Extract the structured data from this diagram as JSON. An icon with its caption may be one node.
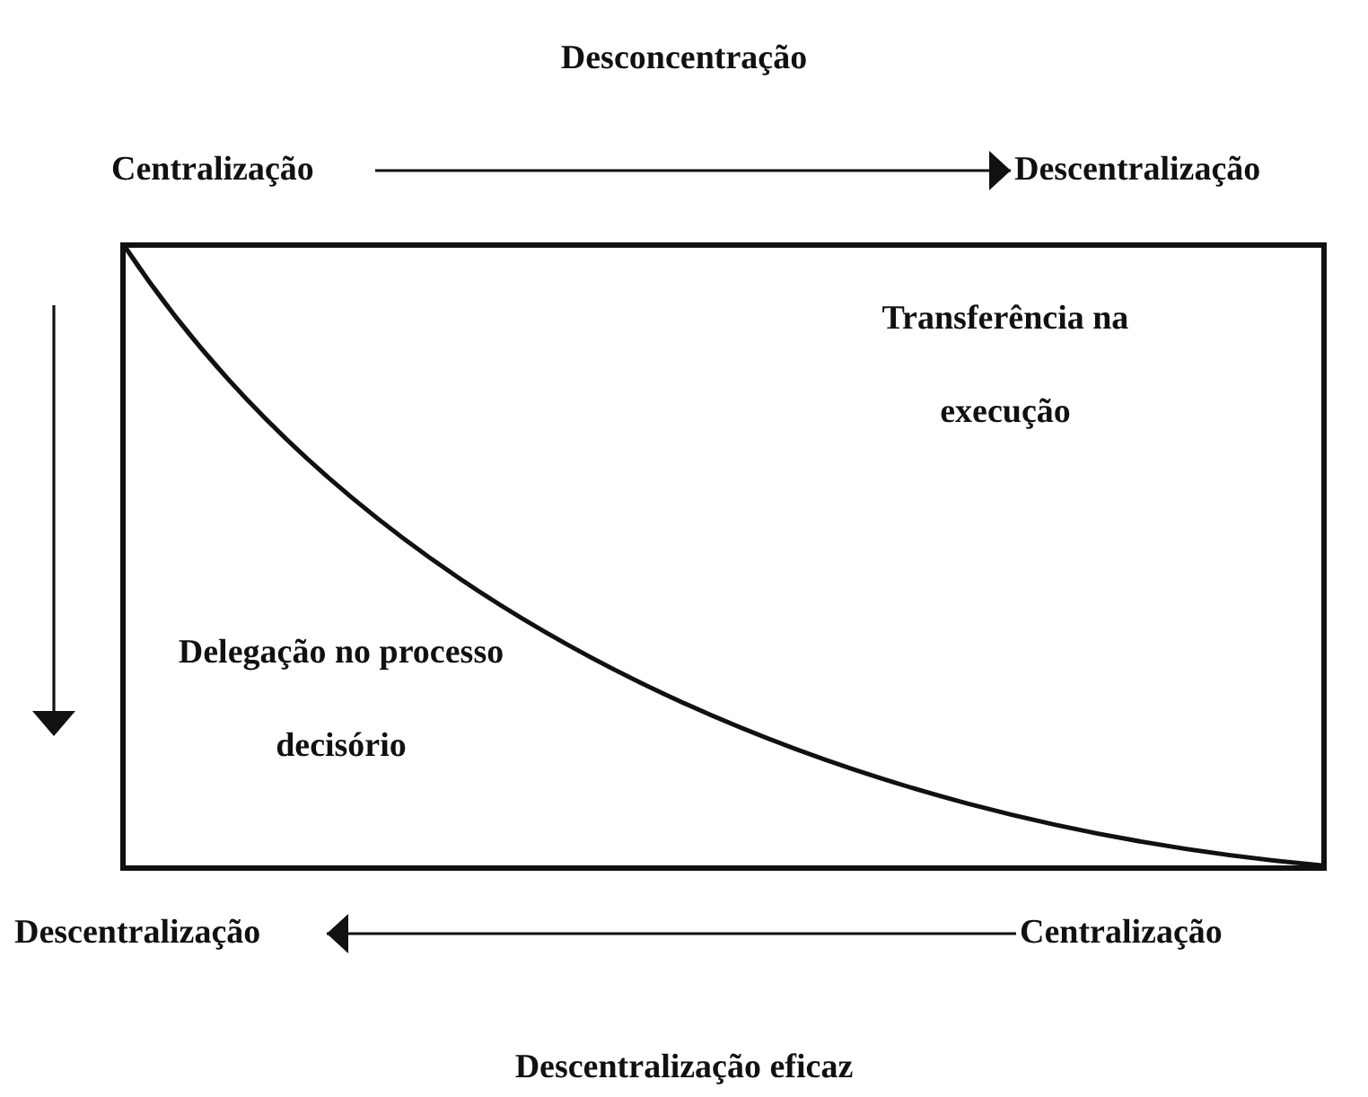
{
  "diagram": {
    "title": "Desconcentração",
    "caption": "Descentralização eficaz",
    "nodes": [
      {
        "text": [
          "Centralização"
        ]
      },
      {
        "text": [
          "Descentralização"
        ]
      },
      {
        "text": [],
        "shape": "box"
      },
      {
        "text": [
          "Transferência na execução"
        ],
        "in": 2
      },
      {
        "text": [
          "Delegação no processo decisório"
        ],
        "in": 2
      },
      {
        "text": [
          "Descentralização"
        ]
      },
      {
        "text": [
          "Centralização"
        ]
      }
    ],
    "edges": [
      {
        "from": 0,
        "to": 1,
        "arrow": "to"
      },
      {
        "from": 6,
        "to": 5,
        "arrow": "to"
      }
    ]
  }
}
